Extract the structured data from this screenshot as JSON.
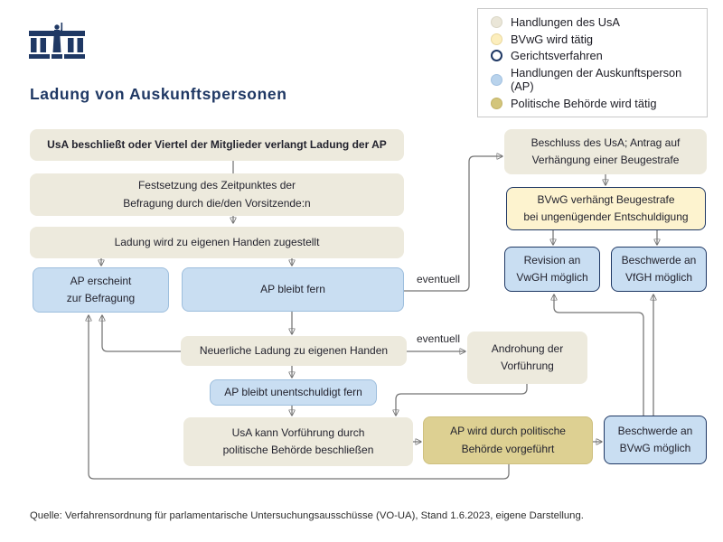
{
  "title": "Ladung von Auskunftspersonen",
  "legend": {
    "items": [
      {
        "label": "Handlungen des UsA",
        "color": "#eae6d8",
        "shape": "filled-circle"
      },
      {
        "label": "BVwG wird tätig",
        "color": "#fceebd",
        "shape": "filled-circle"
      },
      {
        "label": "Gerichtsverfahren",
        "color": "#ffffff",
        "border": "#1f3864",
        "shape": "outlined-circle"
      },
      {
        "label": "Handlungen der Auskunftsperson (AP)",
        "color": "#b9d3ec",
        "shape": "filled-circle"
      },
      {
        "label": "Politische Behörde wird tätig",
        "color": "#d3c57b",
        "shape": "filled-circle"
      }
    ]
  },
  "boxes": {
    "usa_ladung": {
      "text": "UsA beschließt oder Viertel der Mitglieder verlangt Ladung der AP"
    },
    "festsetzung": {
      "text": "Festsetzung des Zeitpunktes der\nBefragung durch die/den Vorsitzende:n"
    },
    "zustellung": {
      "text": "Ladung wird zu eigenen Handen zugestellt"
    },
    "ap_erscheint": {
      "text": "AP erscheint\nzur Befragung"
    },
    "ap_fern": {
      "text": "AP bleibt fern"
    },
    "beschluss": {
      "text": "Beschluss des UsA; Antrag auf\nVerhängung einer Beugestrafe"
    },
    "bvwg_strafe": {
      "text": "BVwG verhängt Beugestrafe\nbei ungenügender Entschuldigung"
    },
    "revision": {
      "text": "Revision an\nVwGH möglich"
    },
    "beschwerde_vfgh": {
      "text": "Beschwerde an\nVfGH möglich"
    },
    "neuerliche_ladung": {
      "text": "Neuerliche Ladung zu eigenen Handen"
    },
    "androhung": {
      "text": "Androhung der\nVorführung"
    },
    "ap_unentschuldigt": {
      "text": "AP bleibt unentschuldigt fern"
    },
    "usa_vorfuehrung": {
      "text": "UsA kann Vorführung durch\npolitische Behörde beschließen"
    },
    "ap_vorgefuehrt": {
      "text": "AP wird durch politische\nBehörde vorgeführt"
    },
    "beschwerde_bvwg": {
      "text": "Beschwerde an\nBVwG möglich"
    }
  },
  "labels": {
    "eventuell_1": "eventuell",
    "eventuell_2": "eventuell"
  },
  "source": "Quelle: Verfahrensordnung für parlamentarische Untersuchungsausschüsse (VO-UA), Stand 1.6.2023, eigene Darstellung.",
  "colors": {
    "navy": "#1f3864",
    "beige": "#edeadd",
    "light_blue": "#c9def2",
    "light_yellow": "#fdf3cf",
    "olive": "#ddd092",
    "line_gray": "#747474"
  }
}
